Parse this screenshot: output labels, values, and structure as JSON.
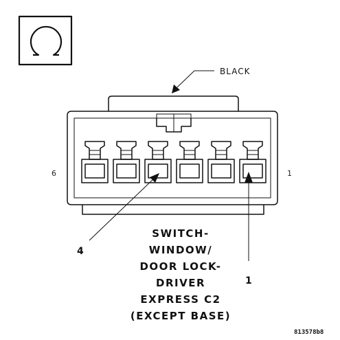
{
  "connector": {
    "color_label": "BLACK",
    "pin_left": "6",
    "pin_right": "1",
    "cavity_count": 6
  },
  "callouts": {
    "left": "4",
    "right": "1"
  },
  "title_lines": [
    "SWITCH-",
    "WINDOW/",
    "DOOR LOCK-",
    "DRIVER",
    "EXPRESS C2",
    "(EXCEPT BASE)"
  ],
  "figure_id": "813578b8",
  "icons": {
    "view_symbol": "omega-view-icon"
  }
}
